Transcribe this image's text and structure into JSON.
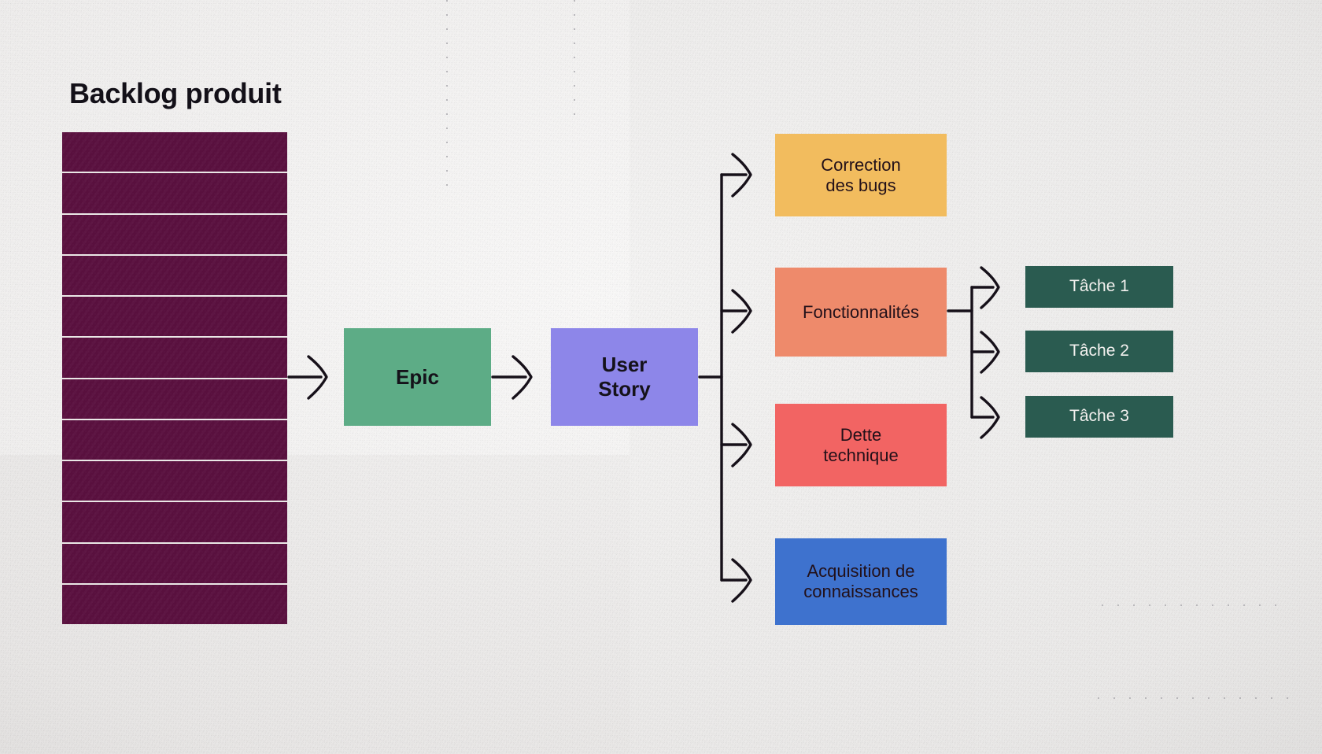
{
  "diagram": {
    "title": "Backlog produit",
    "language": "fr",
    "backlog": {
      "name": "Backlog produit",
      "row_count": 12,
      "color": "#5b1140"
    },
    "flow": {
      "epic": {
        "label": "Epic",
        "color": "#5dac86",
        "text_color": "#15121a"
      },
      "user_story": {
        "label": "User\nStory",
        "color": "#8d86e9",
        "text_color": "#15121a"
      }
    },
    "categories": [
      {
        "label": "Correction\ndes bugs",
        "color": "#f2bc5e",
        "text_color": "#221019"
      },
      {
        "label": "Fonctionnalités",
        "color": "#ee8a6b",
        "text_color": "#221019"
      },
      {
        "label": "Dette\ntechnique",
        "color": "#f26463",
        "text_color": "#221019"
      },
      {
        "label": "Acquisition de\nconnaissances",
        "color": "#3e72ce",
        "text_color": "#221019"
      }
    ],
    "tasks": [
      {
        "label": "Tâche 1",
        "color": "#2a5b50",
        "text_color": "#f3f1ef"
      },
      {
        "label": "Tâche 2",
        "color": "#2a5b50",
        "text_color": "#f3f1ef"
      },
      {
        "label": "Tâche 3",
        "color": "#2a5b50",
        "text_color": "#f3f1ef"
      }
    ],
    "arrows": {
      "style": "hand-drawn-curved-arrowhead",
      "color": "#161019",
      "connections": [
        "backlog -> epic",
        "epic -> user-story",
        "user-story -> Correction des bugs",
        "user-story -> Fonctionnalités",
        "user-story -> Dette technique",
        "user-story -> Acquisition de connaissances",
        "Fonctionnalités -> Tâche 1",
        "Fonctionnalités -> Tâche 2",
        "Fonctionnalités -> Tâche 3"
      ]
    },
    "background_color": "#f0efee"
  }
}
